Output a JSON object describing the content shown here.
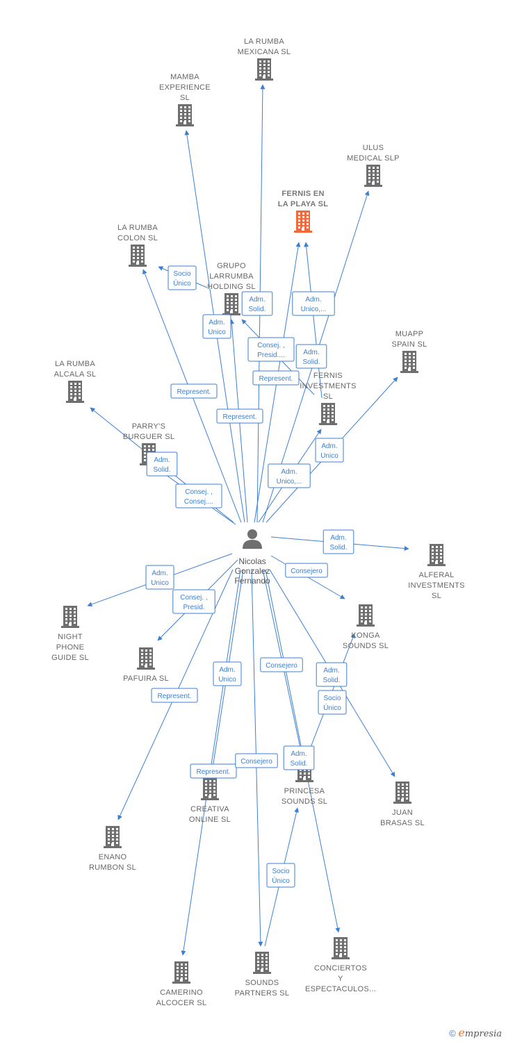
{
  "diagram": {
    "person": {
      "id": "nicolas",
      "label_lines": [
        "Nicolas",
        "Gonzalez",
        "Fernando"
      ]
    },
    "colors": {
      "edge": "#3b7fd4",
      "building": "#6f6f6f",
      "highlight": "#f26a3c",
      "label": "#666666"
    },
    "nodes": [
      {
        "id": "la-rumba-mexicana",
        "label_lines": [
          "LA RUMBA",
          "MEXICANA  SL"
        ]
      },
      {
        "id": "mamba-experience",
        "label_lines": [
          "MAMBA",
          "EXPERIENCE",
          "SL"
        ]
      },
      {
        "id": "ulus-medical",
        "label_lines": [
          "ULUS",
          "MEDICAL  SLP"
        ]
      },
      {
        "id": "fernis-en-la-playa",
        "label_lines": [
          "FERNIS EN",
          "LA PLAYA  SL"
        ],
        "highlight": true
      },
      {
        "id": "la-rumba-colon",
        "label_lines": [
          "LA RUMBA",
          "COLON  SL"
        ]
      },
      {
        "id": "grupo-larrumba",
        "label_lines": [
          "GRUPO",
          "LARRUMBA",
          "HOLDING  SL"
        ]
      },
      {
        "id": "muapp-spain",
        "label_lines": [
          "MUAPP",
          "SPAIN  SL"
        ]
      },
      {
        "id": "la-rumba-alcala",
        "label_lines": [
          "LA RUMBA",
          "ALCALA  SL"
        ]
      },
      {
        "id": "fernis-investments",
        "label_lines": [
          "FERNIS",
          "INVESTMENTS",
          "SL"
        ]
      },
      {
        "id": "parrys-burguer",
        "label_lines": [
          "PARRY'S",
          "BURGUER SL"
        ]
      },
      {
        "id": "alferal-investments",
        "label_lines": [
          "ALFERAL",
          "INVESTMENTS",
          "SL"
        ]
      },
      {
        "id": "night-phone-guide",
        "label_lines": [
          "NIGHT",
          "PHONE",
          "GUIDE SL"
        ]
      },
      {
        "id": "konga-sounds",
        "label_lines": [
          "KONGA",
          "SOUNDS  SL"
        ]
      },
      {
        "id": "pafuira",
        "label_lines": [
          "PAFUIRA SL"
        ]
      },
      {
        "id": "princesa-sounds",
        "label_lines": [
          "PRINCESA",
          "SOUNDS  SL"
        ]
      },
      {
        "id": "creativa-online",
        "label_lines": [
          "CREATIVA",
          "ONLINE  SL"
        ]
      },
      {
        "id": "juan-brasas",
        "label_lines": [
          "JUAN",
          "BRASAS  SL"
        ]
      },
      {
        "id": "enano-rumbon",
        "label_lines": [
          "ENANO",
          "RUMBON  SL"
        ]
      },
      {
        "id": "camerino-alcocer",
        "label_lines": [
          "CAMERINO",
          "ALCOCER SL"
        ]
      },
      {
        "id": "sounds-partners",
        "label_lines": [
          "SOUNDS",
          "PARTNERS  SL"
        ]
      },
      {
        "id": "conciertos-espectaculos",
        "label_lines": [
          "CONCIERTOS",
          "Y",
          "ESPECTACULOS..."
        ]
      }
    ],
    "edges": [
      {
        "from": "nicolas",
        "to": "la-rumba-mexicana",
        "label_lines": [
          "Adm.",
          "Solid."
        ]
      },
      {
        "from": "nicolas",
        "to": "mamba-experience",
        "label_lines": [
          "Adm.",
          "Unico"
        ]
      },
      {
        "from": "nicolas",
        "to": "ulus-medical",
        "label_lines": [
          "Adm.",
          "Unico,..."
        ]
      },
      {
        "from": "nicolas",
        "to": "fernis-en-la-playa",
        "label_lines": [
          "Represent."
        ]
      },
      {
        "from": "fernis-investments",
        "to": "fernis-en-la-playa",
        "label_lines": [
          "Adm.",
          "Solid."
        ]
      },
      {
        "from": "nicolas",
        "to": "la-rumba-colon",
        "label_lines": [
          "Represent."
        ]
      },
      {
        "from": "grupo-larrumba",
        "to": "la-rumba-colon",
        "label_lines": [
          "Socio",
          "Único"
        ]
      },
      {
        "from": "nicolas",
        "to": "grupo-larrumba",
        "label_lines": [
          "Represent."
        ]
      },
      {
        "from": "fernis-investments",
        "to": "grupo-larrumba",
        "label_lines": [
          "Consej. ,",
          "Presid...."
        ]
      },
      {
        "from": "nicolas",
        "to": "muapp-spain",
        "label_lines": [
          "Adm.",
          "Unico"
        ]
      },
      {
        "from": "nicolas",
        "to": "la-rumba-alcala",
        "label_lines": [
          "Adm.",
          "Solid."
        ]
      },
      {
        "from": "nicolas",
        "to": "fernis-investments",
        "label_lines": [
          "Adm.",
          "Unico,..."
        ]
      },
      {
        "from": "nicolas",
        "to": "parrys-burguer",
        "label_lines": [
          "Consej. ,",
          "Consej...."
        ]
      },
      {
        "from": "nicolas",
        "to": "alferal-investments",
        "label_lines": [
          "Adm.",
          "Solid."
        ]
      },
      {
        "from": "nicolas",
        "to": "night-phone-guide",
        "label_lines": [
          "Adm.",
          "Unico"
        ]
      },
      {
        "from": "nicolas",
        "to": "konga-sounds",
        "label_lines": [
          "Consejero"
        ]
      },
      {
        "from": "nicolas",
        "to": "pafuira",
        "label_lines": [
          "Consej. ,",
          "Presid."
        ]
      },
      {
        "from": "nicolas",
        "to": "princesa-sounds",
        "label_lines": [
          "Consejero"
        ]
      },
      {
        "from": "princesa-sounds",
        "to": "konga-sounds",
        "label_lines": [
          "Socio",
          "Único"
        ]
      },
      {
        "from": "nicolas",
        "to": "juan-brasas",
        "label_lines": [
          "Adm.",
          "Solid."
        ]
      },
      {
        "from": "nicolas",
        "to": "creativa-online",
        "label_lines": [
          "Adm.",
          "Unico"
        ]
      },
      {
        "from": "nicolas",
        "to": "enano-rumbon",
        "label_lines": [
          "Represent."
        ]
      },
      {
        "from": "nicolas",
        "to": "camerino-alcocer",
        "label_lines": [
          "Represent."
        ]
      },
      {
        "from": "nicolas",
        "to": "sounds-partners",
        "label_lines": [
          "Consejero"
        ]
      },
      {
        "from": "sounds-partners",
        "to": "princesa-sounds",
        "label_lines": [
          "Socio",
          "Único"
        ]
      },
      {
        "from": "nicolas",
        "to": "conciertos-espectaculos",
        "label_lines": [
          "Adm.",
          "Solid."
        ]
      }
    ]
  },
  "footer": {
    "copyright": "©",
    "brand_initial": "e",
    "brand_rest": "mpresia"
  }
}
